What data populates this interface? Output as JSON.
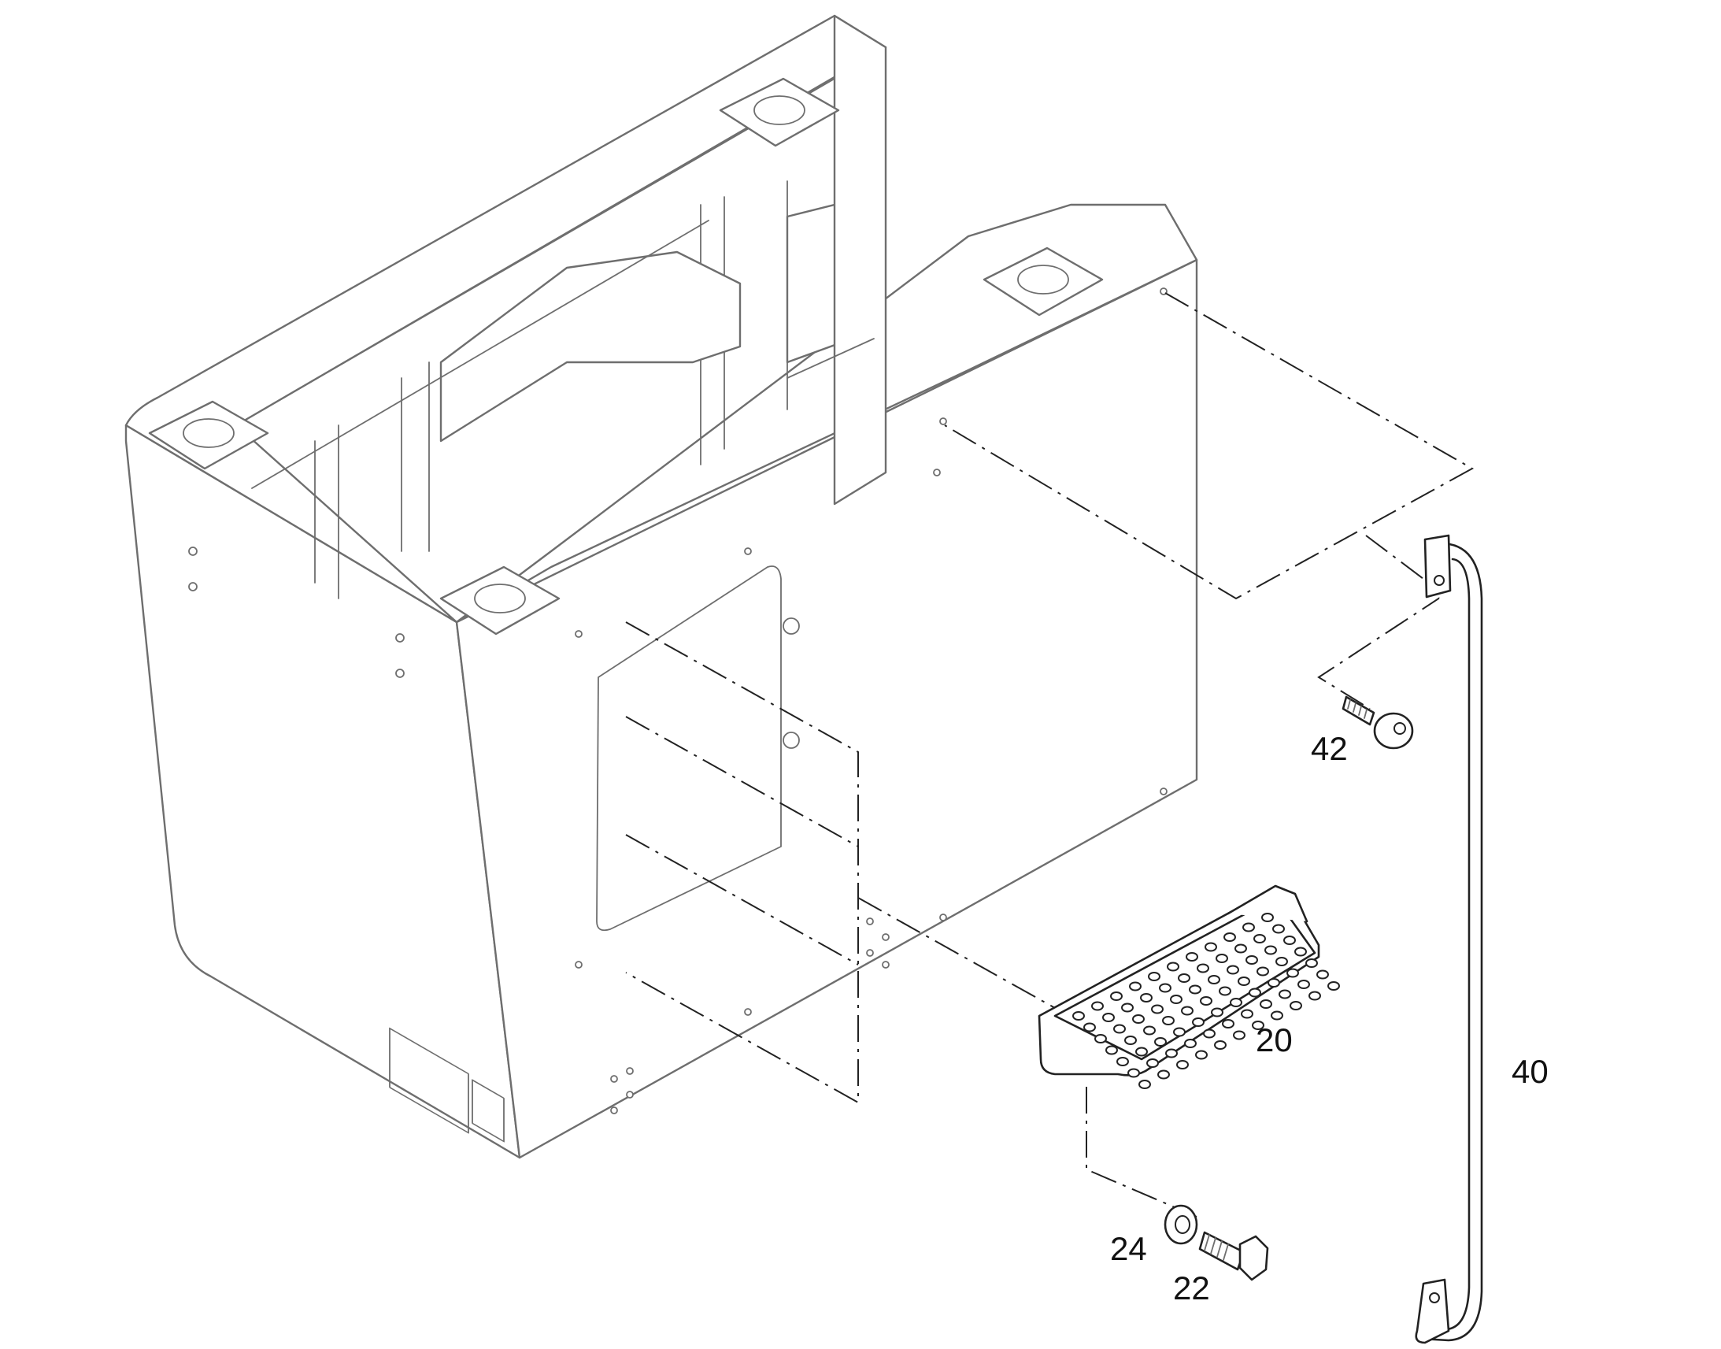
{
  "diagram": {
    "callouts": [
      {
        "id": "step",
        "label": "20"
      },
      {
        "id": "bolt",
        "label": "22"
      },
      {
        "id": "washer",
        "label": "24"
      },
      {
        "id": "handrail",
        "label": "40"
      },
      {
        "id": "screw",
        "label": "42"
      }
    ],
    "colors": {
      "background": "#ffffff",
      "outline_light": "#6e6e6e",
      "outline_dark": "#222222",
      "text": "#111111"
    }
  }
}
